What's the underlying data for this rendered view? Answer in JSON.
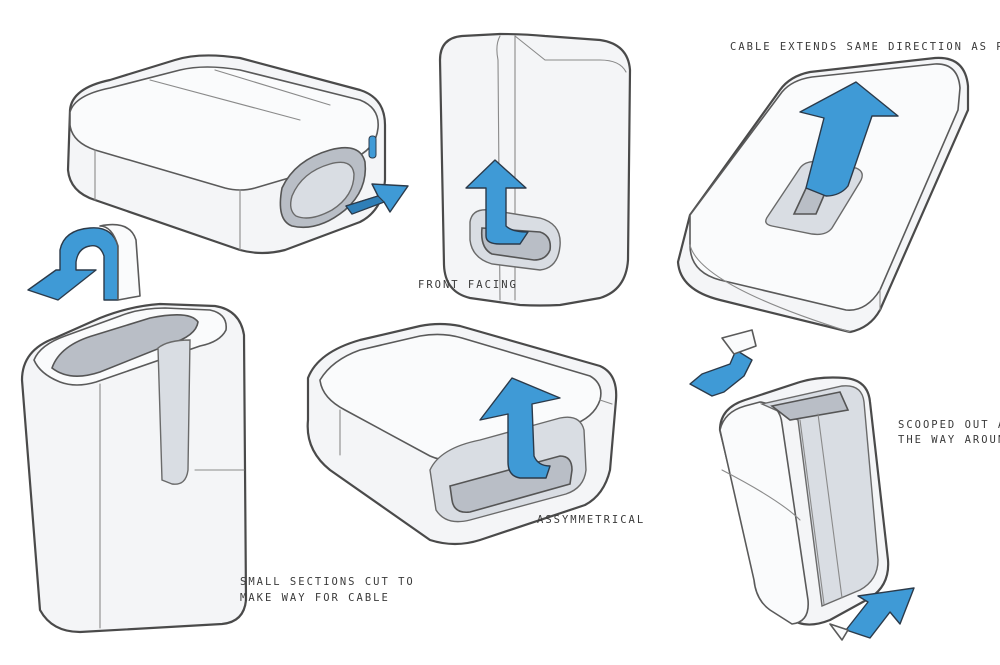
{
  "annotations": {
    "cable_direction": "CABLE EXTENDS SAME DIRECTION AS PHONE",
    "front_facing": "FRONT FACING",
    "asymmetrical": "ASSYMMETRICAL",
    "scooped_line1": "SCOOPED OUT ALL",
    "scooped_line2": "THE WAY AROUND",
    "small_sections_line1": "SMALL SECTIONS CUT TO",
    "small_sections_line2": "MAKE WAY FOR CABLE"
  },
  "colors": {
    "arrow_blue": "#3f9ad6",
    "ink": "#4a4a4a",
    "led_blue": "#3f9ad6"
  },
  "icons": [
    "arrow-right-icon",
    "arrow-up-curved-icon",
    "arrow-down-curved-icon",
    "led-indicator-icon"
  ]
}
